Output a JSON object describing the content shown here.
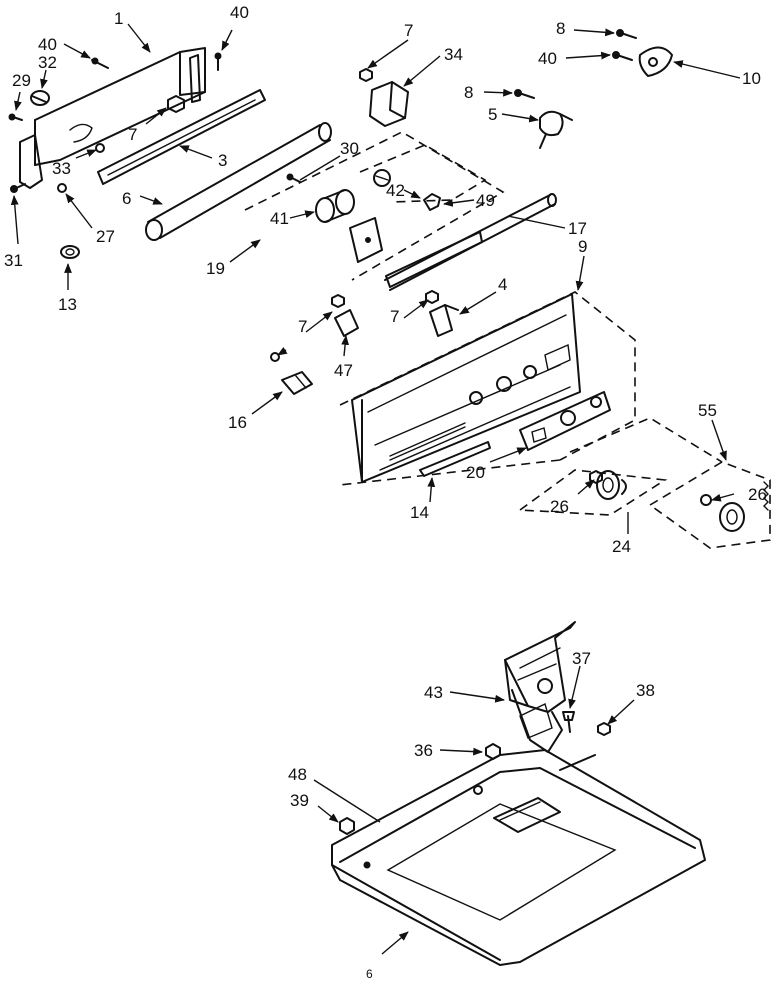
{
  "labels": {
    "l1": "1",
    "l40a": "40",
    "l40b": "40",
    "l32": "32",
    "l29": "29",
    "l7a": "7",
    "l33": "33",
    "l3": "3",
    "l6": "6",
    "l27": "27",
    "l31": "31",
    "l13": "13",
    "l7b": "7",
    "l34": "34",
    "l8a": "8",
    "l40c": "40",
    "l10": "10",
    "l8b": "8",
    "l5": "5",
    "l30": "30",
    "l42": "42",
    "l49": "49",
    "l41": "41",
    "l17": "17",
    "l19": "19",
    "l9": "9",
    "l4": "4",
    "l7c": "7",
    "l7d": "7",
    "l47": "47",
    "l16": "16",
    "l55": "55",
    "l20": "20",
    "l26a": "26",
    "l26b": "26",
    "l14": "14",
    "l24": "24",
    "l37": "37",
    "l43": "43",
    "l38": "38",
    "l36": "36",
    "l48": "48",
    "l39": "39",
    "l6b": "6"
  }
}
